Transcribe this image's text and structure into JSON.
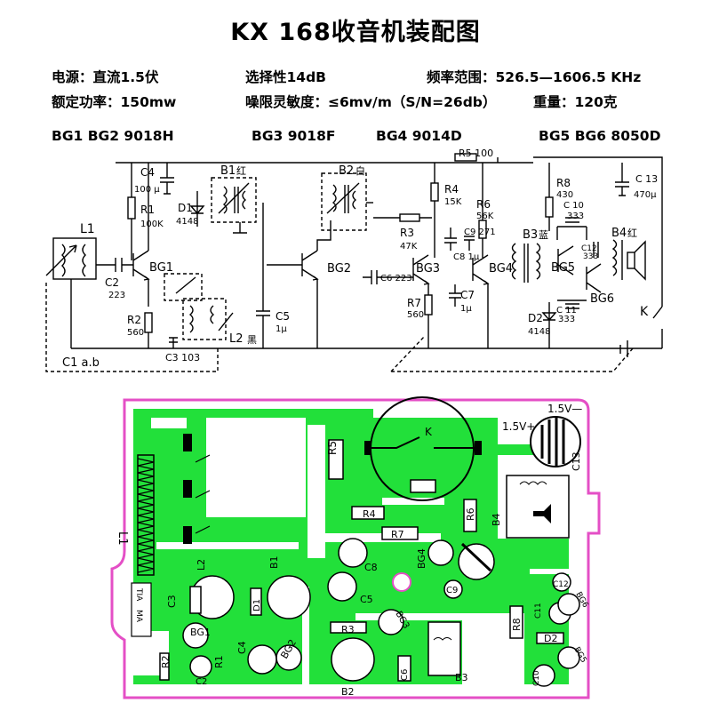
{
  "title": "KX 168收音机装配图",
  "specs": {
    "power": "电源：直流1.5伏",
    "selectivity": "选择性14dB",
    "freq_range": "频率范围：526.5—1606.5 KHz",
    "rated_power": "额定功率：150mw",
    "sensitivity": "噪限灵敏度：≤6mv/m（S/N=26db）",
    "weight": "重量：120克"
  },
  "transistors": {
    "bg12": "BG1  BG2  9018H",
    "bg3": "BG3  9018F",
    "bg4": "BG4  9014D",
    "bg56": "BG5  BG6   8050D"
  },
  "schematic": {
    "L1": "L1",
    "C2": "C2",
    "C2v": "223",
    "C4": "C4",
    "C4v": "100 μ",
    "R1": "R1",
    "R1v": "100K",
    "D1": "D1",
    "D1v": "4148",
    "BG1": "BG1",
    "R2": "R2",
    "R2v": "560",
    "C1": "C1 a.b",
    "C3": "C3 103",
    "L2": "L2",
    "L2c": "黑",
    "B1": "B1",
    "B1c": "红",
    "C5": "C5",
    "C5v": "1μ",
    "BG2": "BG2",
    "B2": "B2",
    "B2c": "白",
    "R3": "R3",
    "R3v": "47K",
    "R4": "R4",
    "R4v": "15K",
    "R5": "R5 100",
    "R6": "R6",
    "R6v": "56K",
    "C9": "C9 271",
    "C8": "C8 1μ",
    "C6": "C6 223",
    "BG3": "BG3",
    "R7": "R7",
    "R7v": "560",
    "C7": "C7",
    "C7v": "1μ",
    "BG4": "BG4",
    "B3": "B3",
    "B3c": "蓝",
    "R8": "R8",
    "R8v": "430",
    "C10": "C 10",
    "C10v": "333",
    "C12": "C12",
    "C12v": "333",
    "BG5": "BG5",
    "C11": "C 11",
    "C11v": "333",
    "BG6": "BG6",
    "D2": "D2",
    "D2v": "4148",
    "C13": "C 13",
    "C13v": "470μ",
    "B4": "B4",
    "B4c": "红",
    "K": "K"
  },
  "pcb": {
    "L1": "L1",
    "TIA": "TIA",
    "MA": "MA",
    "R5": "R5",
    "R4": "R4",
    "R7": "R7",
    "R6": "R6",
    "K": "K",
    "plus15": "1.5V+",
    "minus15": "1.5V—",
    "C13": "C13",
    "B4": "B4",
    "C8": "C8",
    "BG4": "BG4",
    "C9": "C9",
    "L2": "L2",
    "B1": "B1",
    "C3": "C3",
    "D1": "D1",
    "C5": "C5",
    "BG1": "BG1",
    "R2": "R2",
    "R1": "R1",
    "C4": "C4",
    "BG2": "BG2",
    "C2": "C2",
    "R3": "R3",
    "BG3": "BG3",
    "C6": "C6",
    "B2": "B2",
    "B3": "B3",
    "R8": "R8",
    "C11": "C11",
    "C12": "C12",
    "BG6": "BG6",
    "D2": "D2",
    "C10": "C10",
    "BG5": "BG5"
  },
  "colors": {
    "pcb_green": "#22e03a",
    "pcb_outline": "#e44fc6",
    "ink": "#000000"
  }
}
